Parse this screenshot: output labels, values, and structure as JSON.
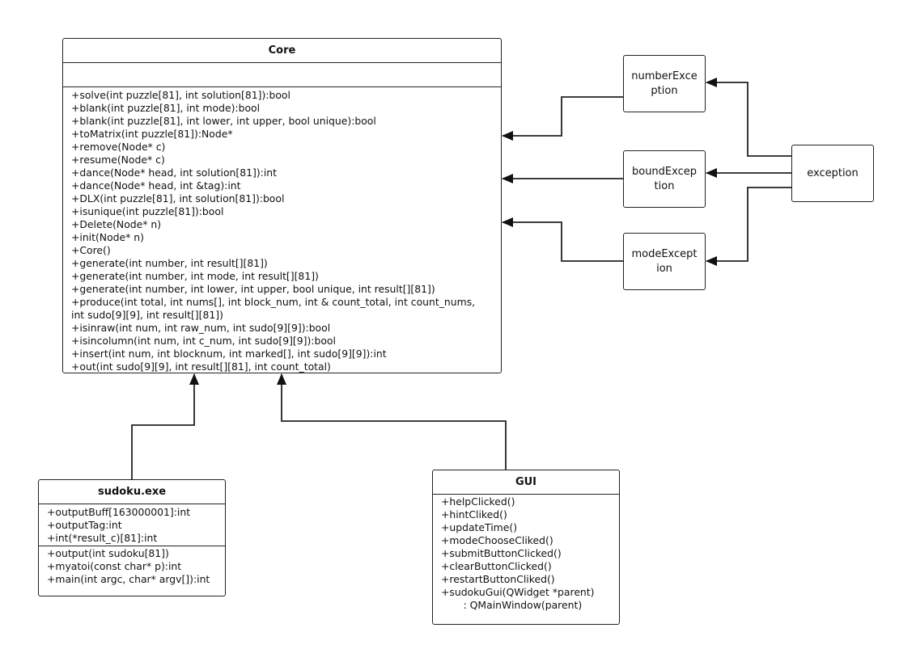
{
  "core": {
    "title": "Core",
    "attributes": [],
    "methods": [
      "+solve(int puzzle[81], int solution[81]):bool",
      "+blank(int puzzle[81], int mode):bool",
      "+blank(int puzzle[81], int lower, int upper, bool unique):bool",
      "+toMatrix(int puzzle[81]):Node*",
      "+remove(Node* c)",
      "+resume(Node* c)",
      "+dance(Node* head, int solution[81]):int",
      "+dance(Node* head, int &tag):int",
      "+DLX(int puzzle[81], int solution[81]):bool",
      "+isunique(int puzzle[81]):bool",
      "+Delete(Node* n)",
      "+init(Node* n)",
      "+Core()",
      "+generate(int number, int result[][81])",
      "+generate(int number, int mode, int result[][81])",
      "+generate(int number, int lower, int upper, bool unique, int result[][81])",
      "+produce(int total, int nums[], int block_num, int & count_total, int count_nums,",
      "int sudo[9][9], int result[][81])",
      "+isinraw(int num, int raw_num, int sudo[9][9]):bool",
      "+isincolumn(int num, int c_num, int sudo[9][9]):bool",
      "+insert(int num, int blocknum, int marked[], int sudo[9][9]):int",
      "+out(int sudo[9][9], int result[][81], int count_total)"
    ]
  },
  "sudoku_exe": {
    "title": "sudoku.exe",
    "attributes": [
      "+outputBuff[163000001]:int",
      "+outputTag:int",
      "+int(*result_c)[81]:int"
    ],
    "methods": [
      "+output(int sudoku[81])",
      "+myatoi(const char* p):int",
      "+main(int argc, char* argv[]):int"
    ]
  },
  "gui": {
    "title": "GUI",
    "methods": [
      "+helpClicked()",
      "+hintCliked()",
      "+updateTime()",
      "+modeChooseCliked()",
      "+submitButtonClicked()",
      "+clearButtonClicked()",
      "+restartButtonCliked()",
      "+sudokuGui(QWidget *parent)",
      "       : QMainWindow(parent)"
    ]
  },
  "exceptions": {
    "number": [
      "numberExce",
      "ption"
    ],
    "bound": [
      "boundExcep",
      "tion"
    ],
    "mode": [
      "modeExcept",
      "ion"
    ],
    "base": "exception"
  }
}
